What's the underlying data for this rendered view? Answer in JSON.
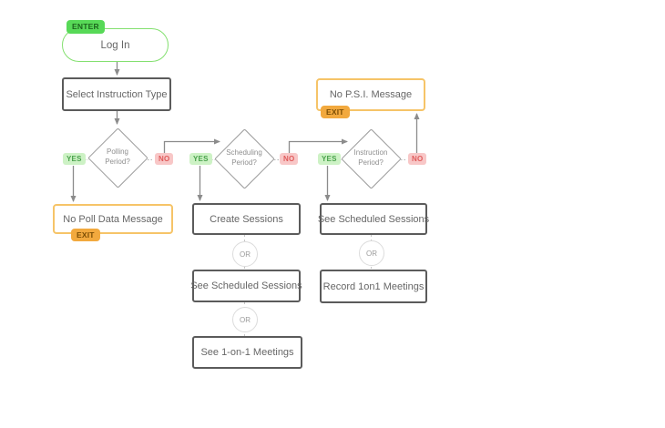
{
  "diagram": {
    "badges": {
      "enter": "ENTER",
      "exit": "EXIT",
      "yes": "YES",
      "no": "NO",
      "or": "OR"
    },
    "nodes": {
      "login": "Log In",
      "select_instruction_type": "Select Instruction Type",
      "polling_period": "Polling Period?",
      "no_poll_data_message": "No Poll Data Message",
      "scheduling_period": "Scheduling Period?",
      "create_sessions": "Create Sessions",
      "see_scheduled_sessions_mid": "See Scheduled Sessions",
      "see_1on1_meetings": "See 1-on-1 Meetings",
      "instruction_period": "Instruction Period?",
      "no_psi_message": "No P.S.I. Message",
      "see_scheduled_sessions_right": "See Scheduled Sessions",
      "record_1on1_meetings": "Record 1on1 Meetings"
    },
    "colors": {
      "enter_badge_bg": "#57d957",
      "enter_badge_text": "#1d651d",
      "exit_badge_bg": "#f2a93e",
      "exit_badge_text": "#7c4e04",
      "yes_badge_bg": "#cdf2c5",
      "yes_badge_text": "#4aa24c",
      "no_badge_bg": "#f8c7c7",
      "no_badge_text": "#df5b5b",
      "green_border": "#84e070",
      "orange_border": "#f6c468",
      "dark_border": "#5b5b5b",
      "connector_line": "#8b8b8b"
    }
  }
}
